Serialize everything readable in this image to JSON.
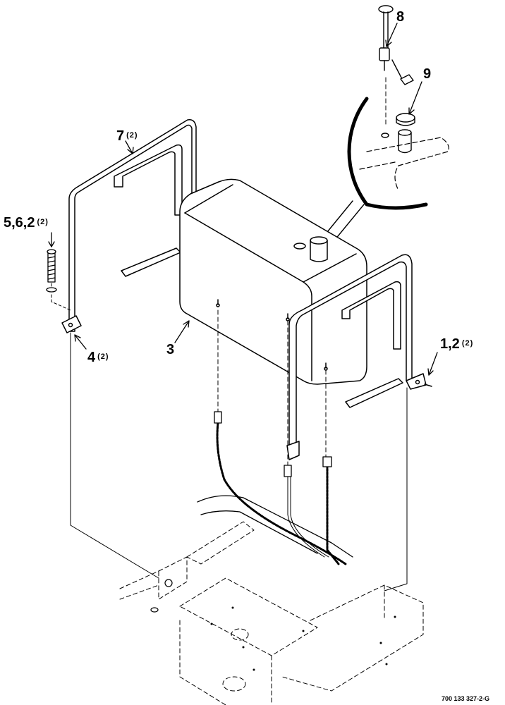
{
  "callouts": {
    "c8": {
      "num": "8",
      "qty": ""
    },
    "c9": {
      "num": "9",
      "qty": ""
    },
    "c7": {
      "num": "7",
      "qty": "(2)"
    },
    "c562": {
      "num": "5,6,2",
      "qty": "(2)"
    },
    "c3": {
      "num": "3",
      "qty": ""
    },
    "c4": {
      "num": "4",
      "qty": "(2)"
    },
    "c12": {
      "num": "1,2",
      "qty": "(2)"
    }
  },
  "figure_id": "700 133 327-2-G",
  "colors": {
    "ink": "#000000",
    "paper": "#ffffff"
  }
}
